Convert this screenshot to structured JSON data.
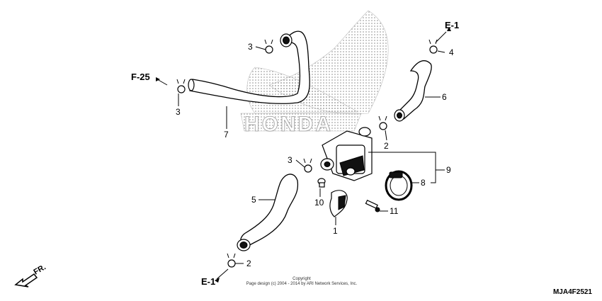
{
  "watermark": {
    "text": "HONDA"
  },
  "references": {
    "f25": "F-25",
    "e1_top": "E-1",
    "e1_bottom": "E-1"
  },
  "front_arrow": "FR.",
  "callouts": {
    "c3_top": "3",
    "c3_left": "3",
    "c3_mid": "3",
    "c4": "4",
    "c6": "6",
    "c7": "7",
    "c2_mid": "2",
    "c2_bottom": "2",
    "c9": "9",
    "c8": "8",
    "c5": "5",
    "c10": "10",
    "c11": "11",
    "c1": "1"
  },
  "copyright": {
    "line1": "Copyright",
    "line2": "Page design (c) 2004 - 2014 by ARI Network Services, Inc."
  },
  "diagram_code": "MJA4F2521"
}
